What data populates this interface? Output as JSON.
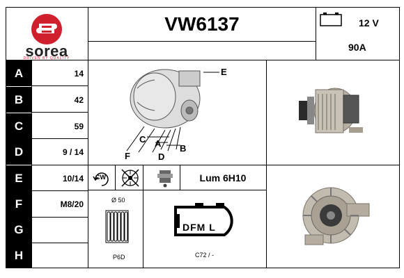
{
  "brand": {
    "name": "sorea",
    "tagline": "DRIVEN BY QUALITY",
    "color": "#d0202e"
  },
  "header": {
    "part_number": "VW6137",
    "voltage": "12 V",
    "amperage": "90A"
  },
  "rows": [
    {
      "label": "A",
      "value": "14"
    },
    {
      "label": "B",
      "value": "42"
    },
    {
      "label": "C",
      "value": "59"
    },
    {
      "label": "D",
      "value": "9 / 14"
    },
    {
      "label": "E",
      "value": "10/14"
    },
    {
      "label": "F",
      "value": "M8/20"
    },
    {
      "label": "G",
      "value": ""
    },
    {
      "label": "H",
      "value": ""
    }
  ],
  "diagram": {
    "letters": [
      "E",
      "C",
      "A",
      "B",
      "F",
      "D"
    ]
  },
  "specs": {
    "rotation": "CW",
    "lamp": "Lum 6H10",
    "pulley_diameter": "Ø 50",
    "pulley_type": "P6D",
    "connector_text": "DFM L",
    "connector_code": "C72 / -"
  }
}
